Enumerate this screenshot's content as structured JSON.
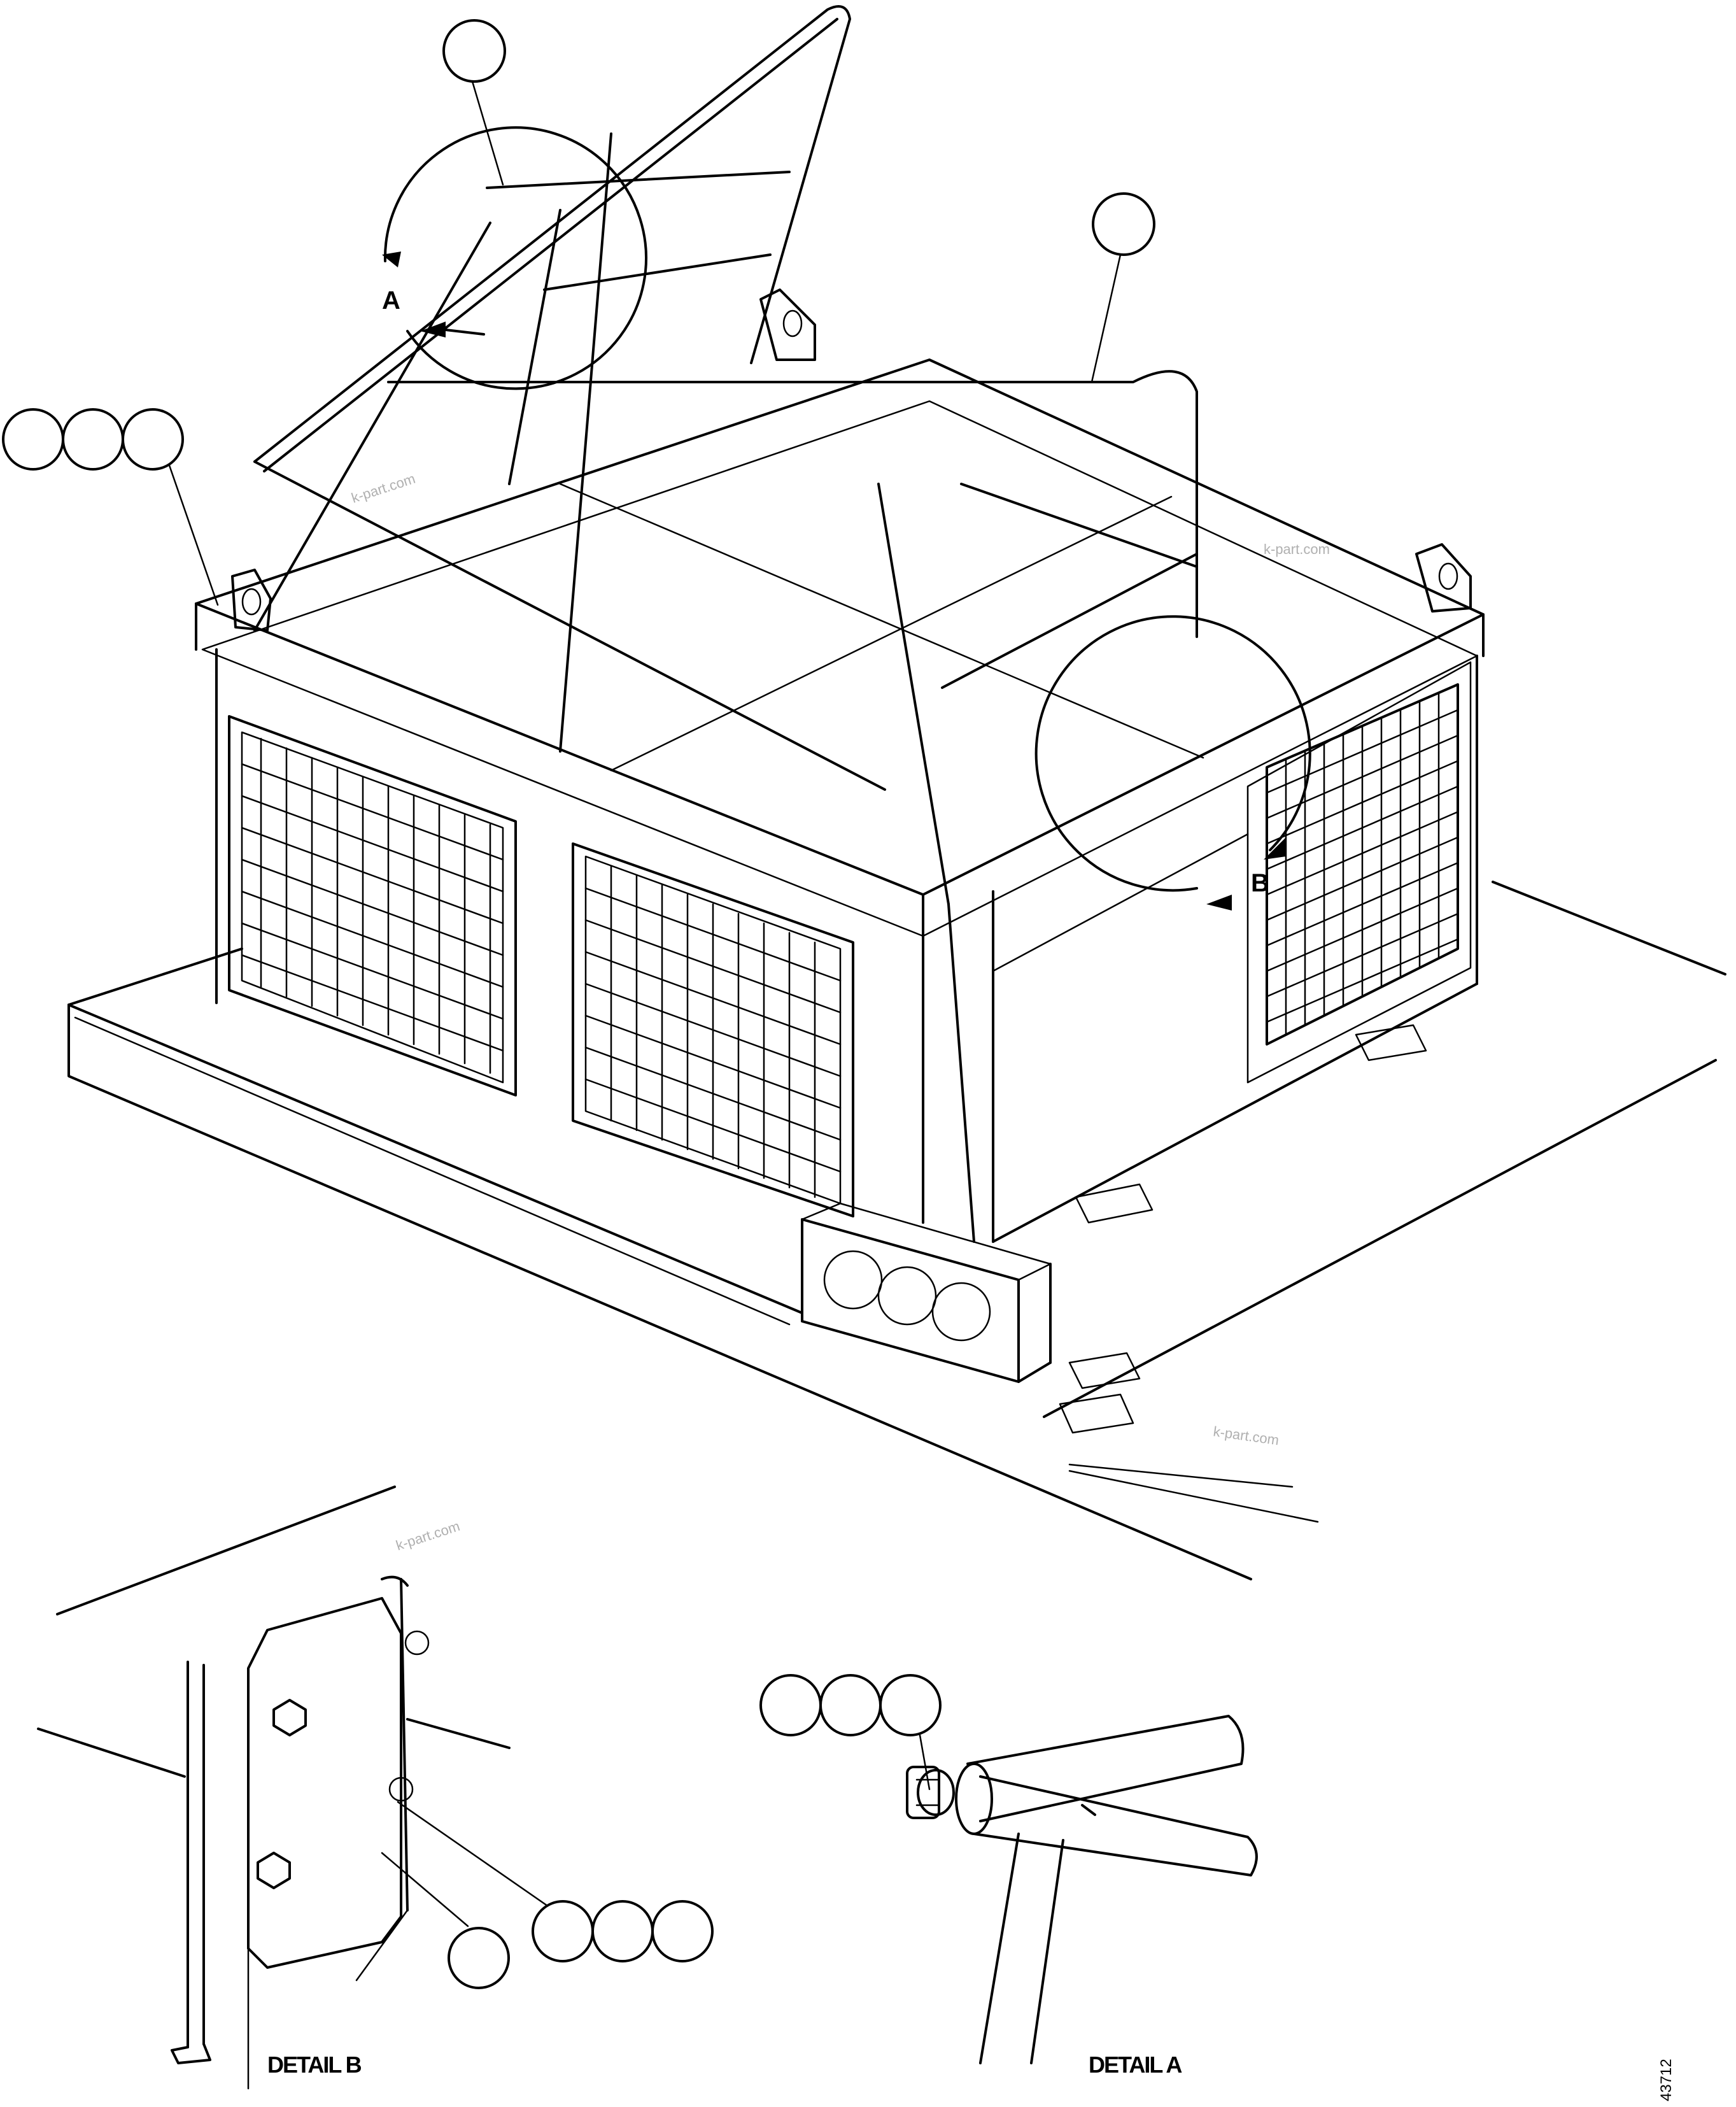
{
  "drawing": {
    "callout_balloons": [
      {
        "id": "top-handrail"
      },
      {
        "id": "right-handrail"
      },
      {
        "id": "left-group-1"
      },
      {
        "id": "left-group-2"
      },
      {
        "id": "left-group-3"
      },
      {
        "id": "detail-a-group-1"
      },
      {
        "id": "detail-a-group-2"
      },
      {
        "id": "detail-a-group-3"
      },
      {
        "id": "detail-b-group-1"
      },
      {
        "id": "detail-b-group-2"
      },
      {
        "id": "detail-b-group-3"
      },
      {
        "id": "detail-b-single"
      }
    ],
    "view_labels": {
      "a": "A",
      "b": "B"
    },
    "detail_titles": {
      "b": "DETAIL B",
      "a": "DETAIL A"
    },
    "watermarks": [
      "k-part.com",
      "k-part.com",
      "k-part.com",
      "k-part.com"
    ],
    "figure_number": "43712"
  }
}
